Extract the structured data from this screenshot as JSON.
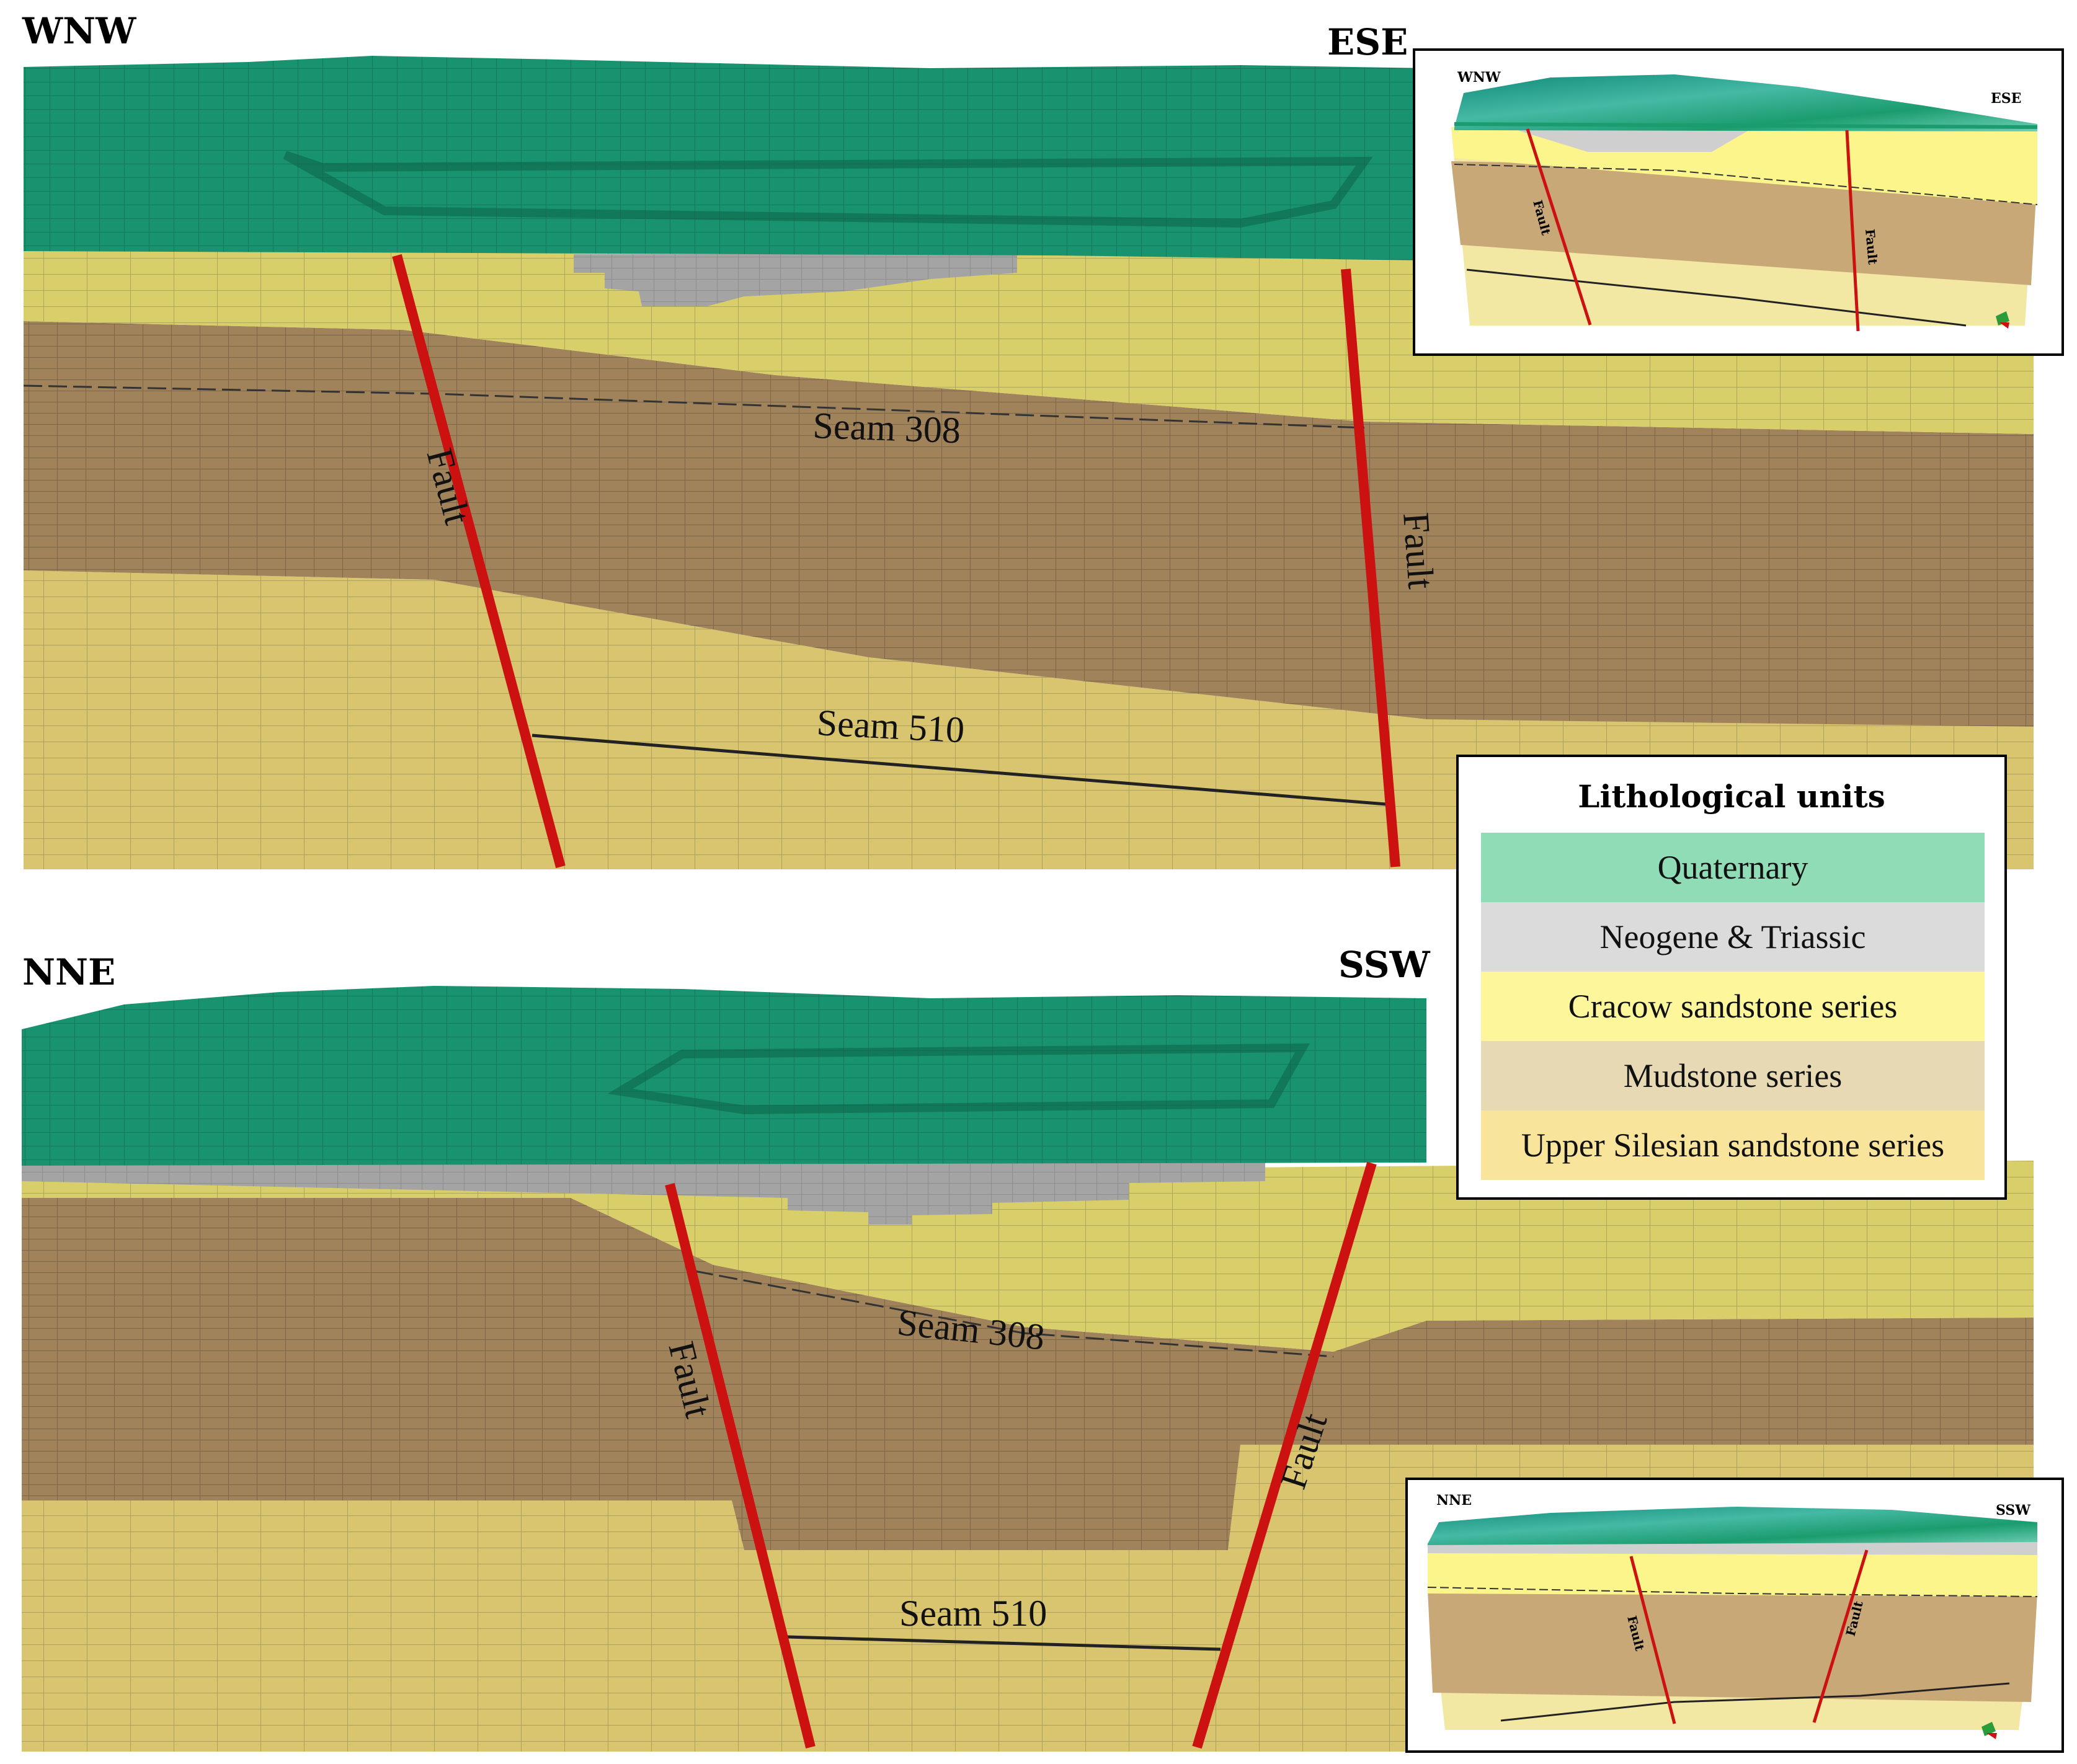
{
  "top_section": {
    "dir_left": "WNW",
    "dir_right": "ESE",
    "seam_upper": "Seam 308",
    "seam_lower": "Seam 510",
    "fault_left": "Fault",
    "fault_right": "Fault"
  },
  "bottom_section": {
    "dir_left": "NNE",
    "dir_right": "SSW",
    "seam_upper": "Seam 308",
    "seam_lower": "Seam 510",
    "fault_left": "Fault",
    "fault_right": "Fault"
  },
  "inset_top": {
    "dir_left": "WNW",
    "dir_right": "ESE",
    "fault_left": "Fault",
    "fault_right": "Fault"
  },
  "inset_bottom": {
    "dir_left": "NNE",
    "dir_right": "SSW",
    "fault_left": "Fault",
    "fault_right": "Fault"
  },
  "legend": {
    "title": "Lithological units",
    "items": [
      {
        "label": "Quaternary",
        "color": "#8fdcb6"
      },
      {
        "label": "Neogene & Triassic",
        "color": "#dbdbdb"
      },
      {
        "label": "Cracow sandstone series",
        "color": "#fdf69a"
      },
      {
        "label": "Mudstone series",
        "color": "#e6d9b3"
      },
      {
        "label": "Upper Silesian sandstone series",
        "color": "#f8e49a"
      }
    ]
  },
  "colors": {
    "quaternary": "#19926f",
    "neogene": "#a4a4a4",
    "cracow": "#d8cf6a",
    "mudstone": "#a0835a",
    "upper_silesian": "#d9c56f",
    "fault": "#cc1111"
  }
}
